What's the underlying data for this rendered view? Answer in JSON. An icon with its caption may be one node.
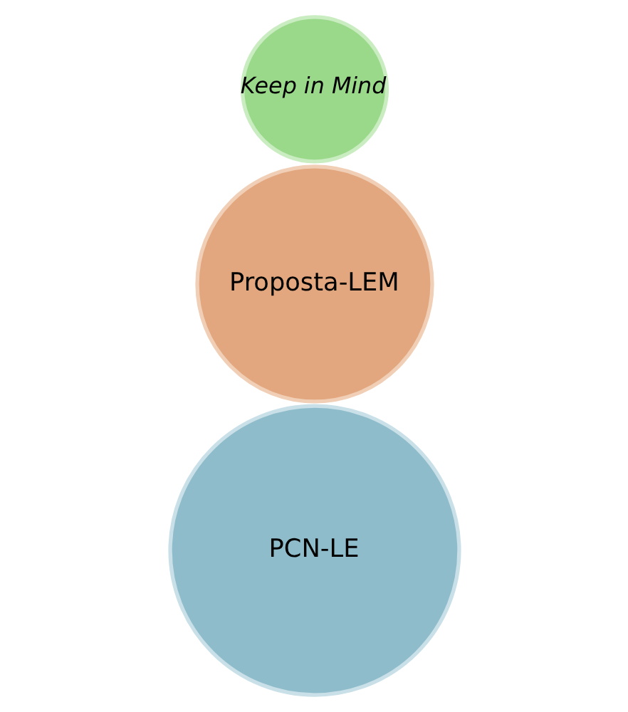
{
  "diagram": {
    "nodes": [
      {
        "text": [
          "PCN-LE"
        ]
      },
      {
        "text": [
          "Proposta-LEM"
        ]
      },
      {
        "text": [
          "Keep in Mind"
        ]
      }
    ],
    "edges": []
  }
}
